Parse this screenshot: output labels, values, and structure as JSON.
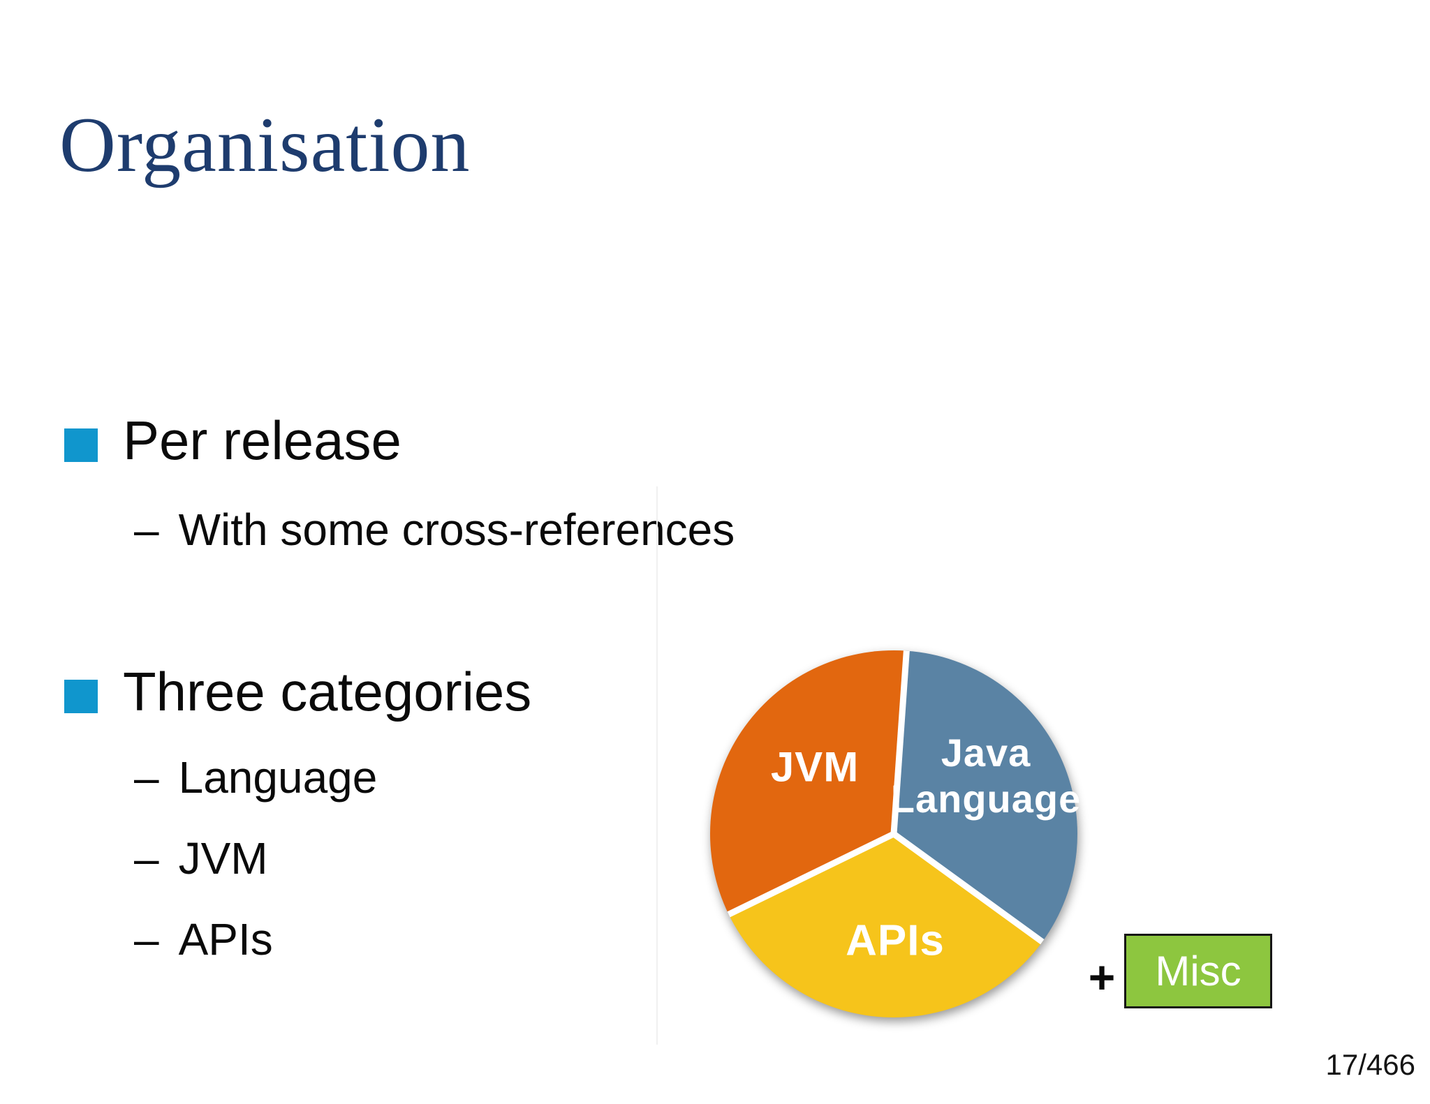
{
  "slide": {
    "title": "Organisation",
    "sub_marker": "–",
    "bullets": [
      {
        "label": "Per release",
        "sub": [
          "With some cross-references"
        ]
      },
      {
        "label": "Three categories",
        "sub": [
          "Language",
          "JVM",
          "APIs"
        ]
      }
    ],
    "page_number": "17/466"
  },
  "chart_data": {
    "type": "pie",
    "title": "",
    "categories": [
      "Java Language",
      "APIs",
      "JVM"
    ],
    "values": [
      33.3,
      33.4,
      33.3
    ],
    "data_labels": "category names inside slices, no numeric labels shown",
    "start_angle_deg": 4,
    "direction": "clockwise",
    "legend_position": "none",
    "slices": [
      {
        "label": "Java Language",
        "color": "#5a83a4"
      },
      {
        "label": "APIs",
        "color": "#f6c41b"
      },
      {
        "label": "JVM",
        "color": "#e2670f"
      }
    ],
    "annotation": {
      "operator": "+",
      "label": "Misc",
      "box_color": "#8dc63f"
    }
  },
  "colors": {
    "title_navy": "#1e3c6e",
    "bullet_cyan": "#1096cd",
    "body_text": "#0a0a0a",
    "misc_green": "#8dc63f",
    "background": "#ffffff"
  }
}
